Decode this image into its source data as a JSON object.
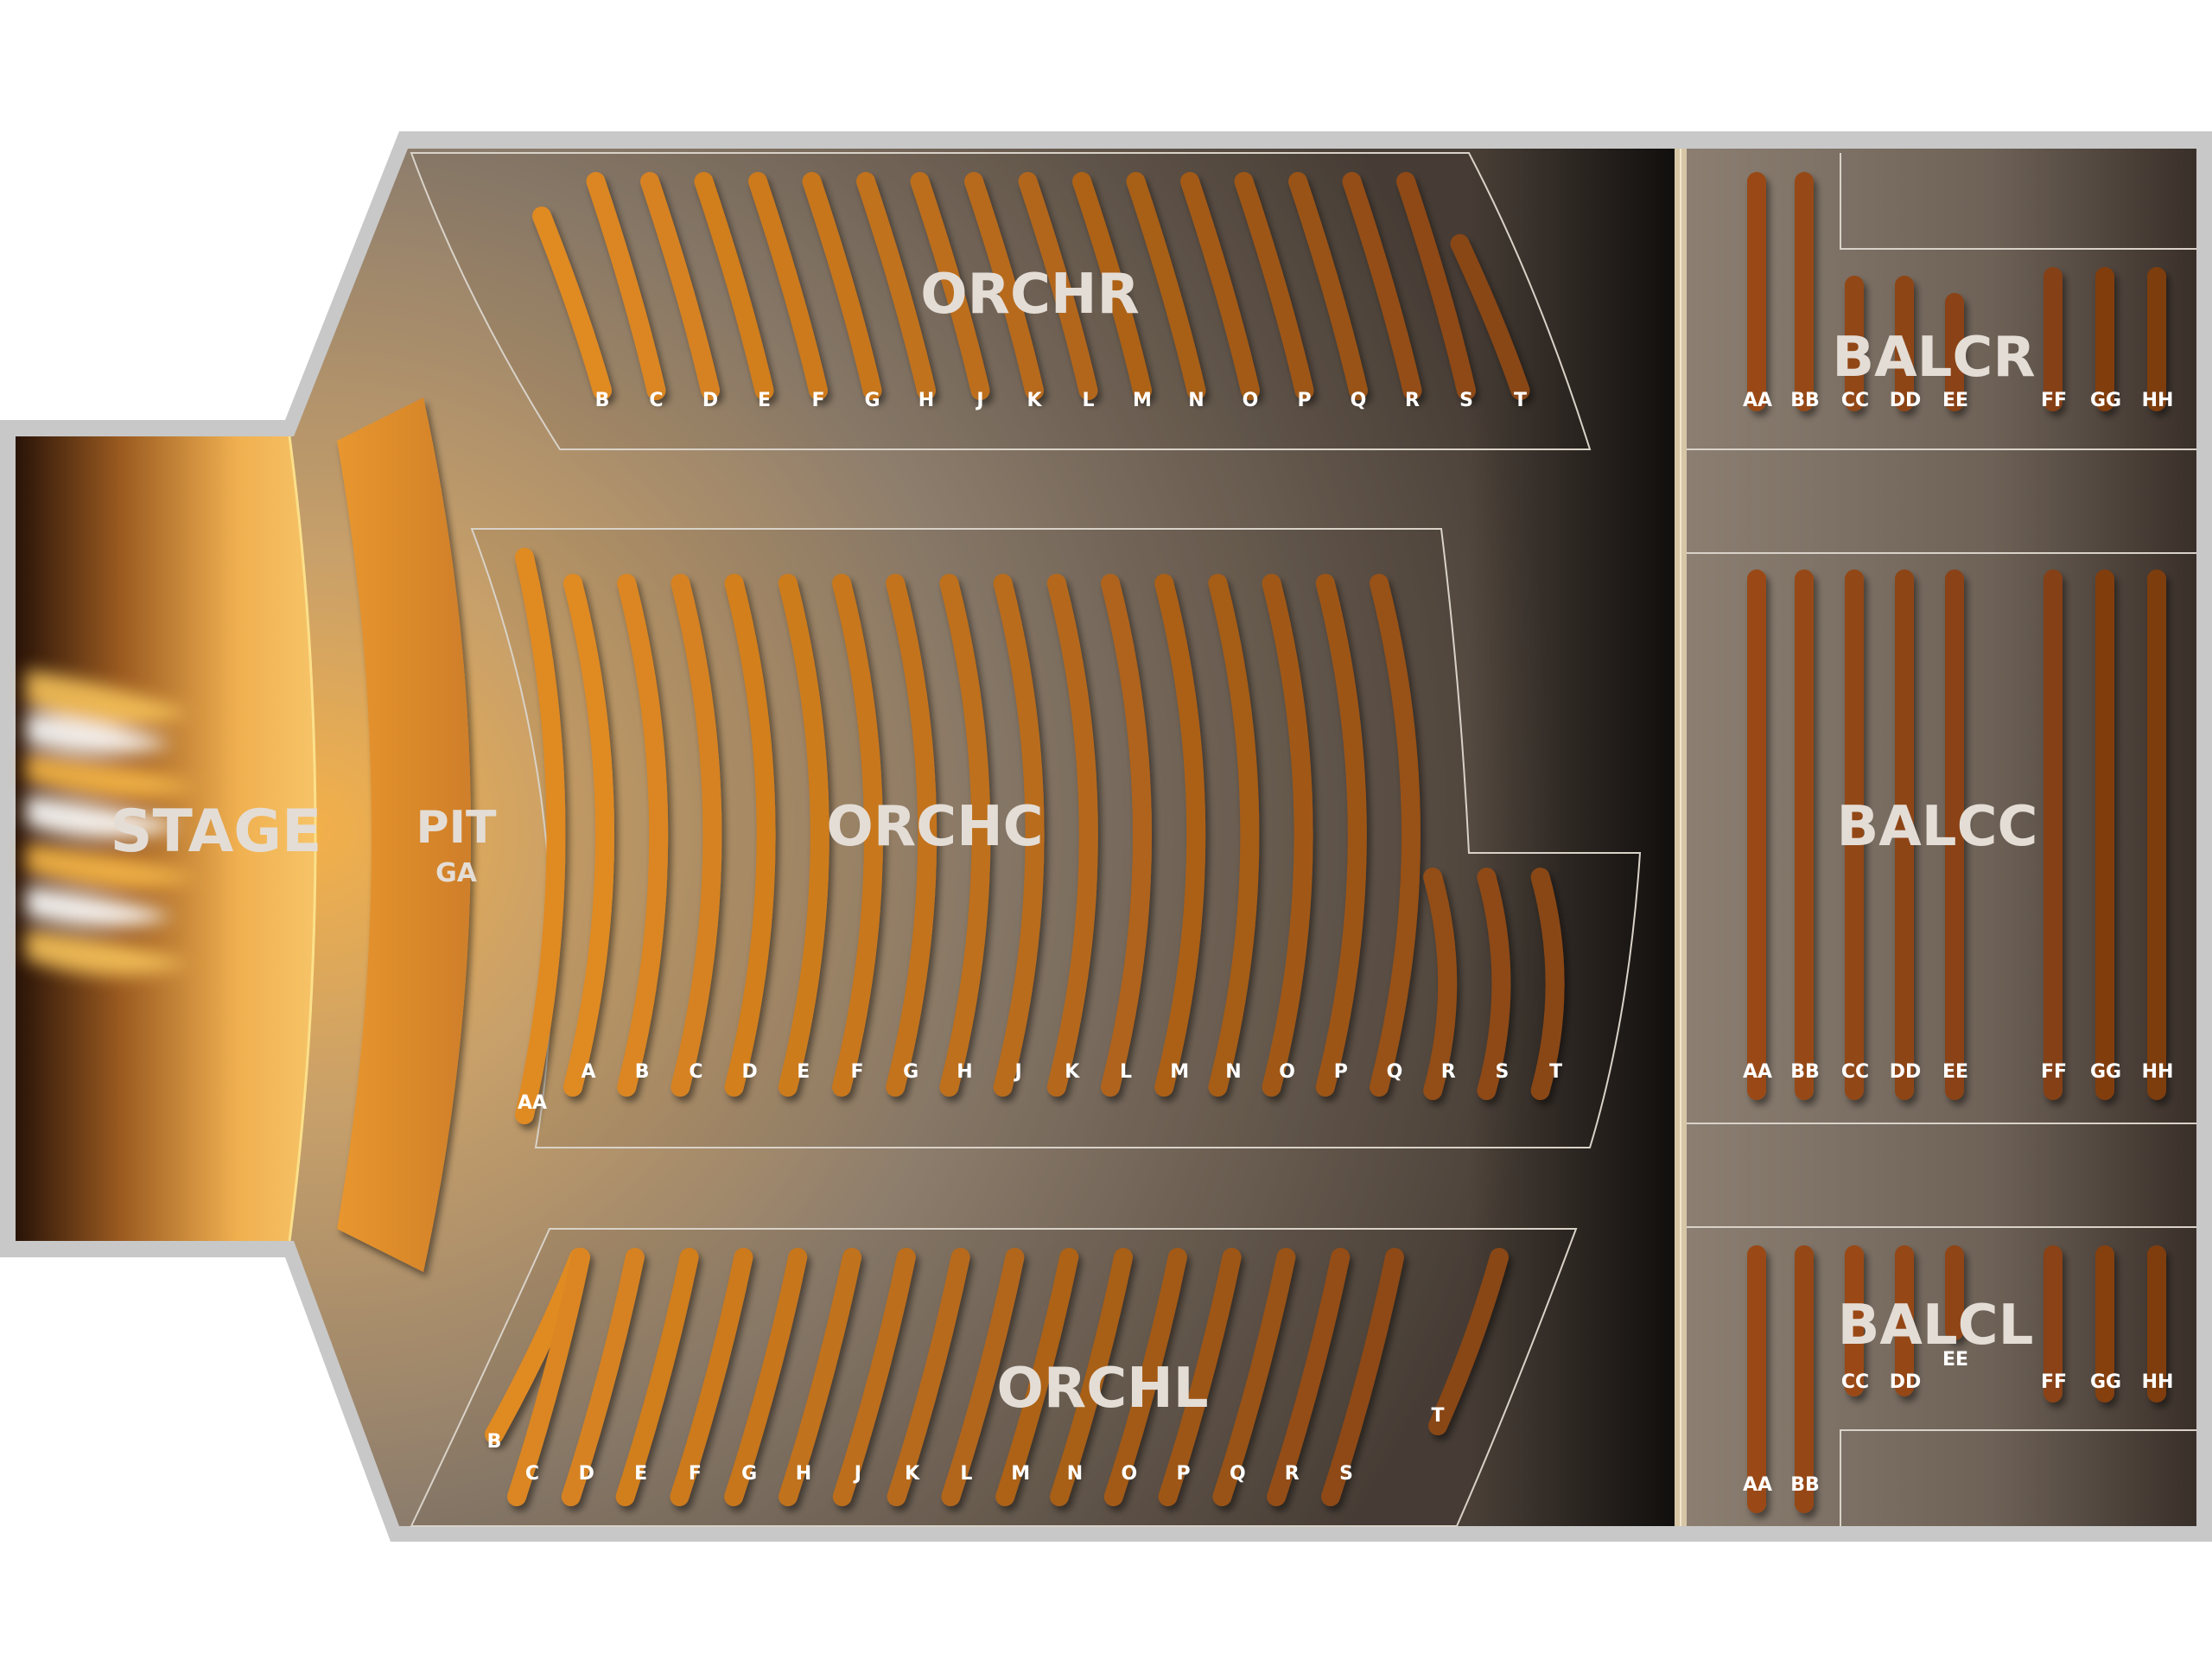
{
  "venue_map": {
    "sections": {
      "stage": "STAGE",
      "pit": "PIT",
      "pit_sub": "GA",
      "orchr": "ORCHR",
      "orchc": "ORCHC",
      "orchl": "ORCHL",
      "balcr": "BALCR",
      "balcc": "BALCC",
      "balcl": "BALCL"
    },
    "rows": {
      "orchr": [
        "B",
        "C",
        "D",
        "E",
        "F",
        "G",
        "H",
        "J",
        "K",
        "L",
        "M",
        "N",
        "O",
        "P",
        "Q",
        "R",
        "S",
        "T"
      ],
      "orchc_first": "AA",
      "orchc": [
        "A",
        "B",
        "C",
        "D",
        "E",
        "F",
        "G",
        "H",
        "J",
        "K",
        "L",
        "M",
        "N",
        "O",
        "P",
        "Q",
        "R",
        "S",
        "T"
      ],
      "orchl": [
        "B",
        "C",
        "D",
        "E",
        "F",
        "G",
        "H",
        "J",
        "K",
        "L",
        "M",
        "N",
        "O",
        "P",
        "Q",
        "R",
        "S",
        "T"
      ],
      "balcr": [
        "AA",
        "BB",
        "CC",
        "DD",
        "EE",
        "FF",
        "GG",
        "HH"
      ],
      "balcc": [
        "AA",
        "BB",
        "CC",
        "DD",
        "EE",
        "FF",
        "GG",
        "HH"
      ],
      "balcl_upper": [
        "CC",
        "DD",
        "EE",
        "FF",
        "GG",
        "HH"
      ],
      "balcl_lower": [
        "AA",
        "BB"
      ]
    },
    "colors": {
      "floor": "#8a7a68",
      "wall": "#c8c8c8",
      "seat_bright": "#e08a22",
      "seat_dark": "#7a3a10",
      "stage": "#e6a03c",
      "pit": "#d8852a"
    }
  }
}
